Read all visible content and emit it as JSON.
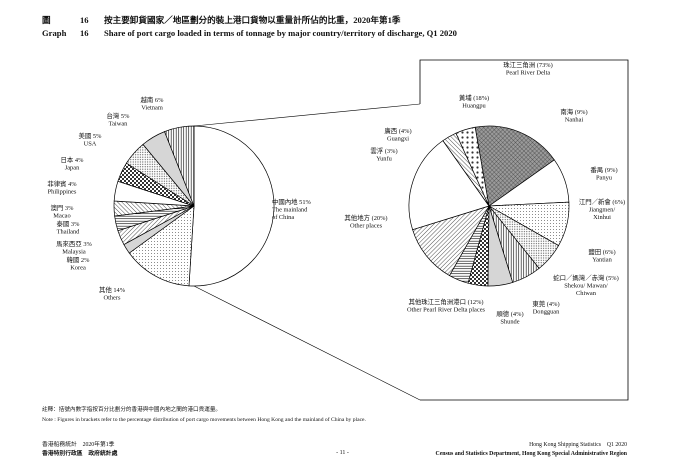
{
  "header": {
    "zh_label": "圖",
    "zh_number": "16",
    "zh_title": "按主要卸貨國家／地區劃分的裝上港口貨物以重量計所佔的比重，2020年第1季",
    "en_label": "Graph",
    "en_number": "16",
    "en_title": "Share of port cargo loaded in terms of tonnage by major country/territory of discharge, Q1 2020"
  },
  "chart_data": [
    {
      "type": "pie",
      "slices": [
        {
          "zh": "中國內地 51%",
          "en": [
            "The mainland",
            "of China"
          ],
          "value": 51,
          "pattern": "white"
        },
        {
          "zh": "其他 14%",
          "en": [
            "Others"
          ],
          "value": 14,
          "pattern": "dots"
        },
        {
          "zh": "韓國 2%",
          "en": [
            "Korea"
          ],
          "value": 2,
          "pattern": "gray"
        },
        {
          "zh": "馬來西亞 3%",
          "en": [
            "Malaysia"
          ],
          "value": 3,
          "pattern": "diag"
        },
        {
          "zh": "泰國 3%",
          "en": [
            "Thailand"
          ],
          "value": 3,
          "pattern": "hlines"
        },
        {
          "zh": "澳門 3%",
          "en": [
            "Macao"
          ],
          "value": 3,
          "pattern": "diagr"
        },
        {
          "zh": "菲律賓 4%",
          "en": [
            "Philippines"
          ],
          "value": 4,
          "pattern": "white"
        },
        {
          "zh": "日本 4%",
          "en": [
            "Japan"
          ],
          "value": 4,
          "pattern": "checker"
        },
        {
          "zh": "美國 5%",
          "en": [
            "USA"
          ],
          "value": 5,
          "pattern": "dots2"
        },
        {
          "zh": "台灣 5%",
          "en": [
            "Taiwan"
          ],
          "value": 5,
          "pattern": "gray"
        },
        {
          "zh": "越南 6%",
          "en": [
            "Vietnam"
          ],
          "value": 6,
          "pattern": "vlines"
        }
      ]
    },
    {
      "type": "pie",
      "title_zh": "珠江三角洲 (73%)",
      "title_en": "Pearl River Delta",
      "slices": [
        {
          "zh": "黃埔 (18%)",
          "en": [
            "Huangpu"
          ],
          "value": 18,
          "pattern": "crosshatch"
        },
        {
          "zh": "南海 (9%)",
          "en": [
            "Nanhai"
          ],
          "value": 9,
          "pattern": "white"
        },
        {
          "zh": "番禺 (9%)",
          "en": [
            "Panyu"
          ],
          "value": 9,
          "pattern": "dots"
        },
        {
          "zh": "江門／新會 (6%)",
          "en": [
            "Jiangmen/",
            "Xinhui"
          ],
          "value": 6,
          "pattern": "dots2"
        },
        {
          "zh": "鹽田 (6%)",
          "en": [
            "Yantian"
          ],
          "value": 6,
          "pattern": "vlines"
        },
        {
          "zh": "蛇口／媽灣／赤灣 (5%)",
          "en": [
            "Shekou/ Mawan/",
            "Chiwan"
          ],
          "value": 5,
          "pattern": "gray"
        },
        {
          "zh": "東莞 (4%)",
          "en": [
            "Dongguan"
          ],
          "value": 4,
          "pattern": "checker"
        },
        {
          "zh": "順德 (4%)",
          "en": [
            "Shunde"
          ],
          "value": 4,
          "pattern": "hlines"
        },
        {
          "zh": "其他珠江三角洲港口 (12%)",
          "en": [
            "Other Pearl River Delta places"
          ],
          "value": 12,
          "pattern": "diag"
        },
        {
          "zh": "其他地方 (20%)",
          "en": [
            "Other places"
          ],
          "value": 20,
          "pattern": "white"
        },
        {
          "zh": "雲浮 (3%)",
          "en": [
            "Yunfu"
          ],
          "value": 3,
          "pattern": "diagr"
        },
        {
          "zh": "廣西 (4%)",
          "en": [
            "Guangxi"
          ],
          "value": 4,
          "pattern": "bigdots"
        }
      ]
    }
  ],
  "note": {
    "zh": "註釋：括號內數字指按百分比劃分的香港與中國內地之間的港口貨運量。",
    "en": "Note : Figures in brackets refer to the percentage distribution of port cargo movements between Hong Kong and the mainland of China by place."
  },
  "footer": {
    "left_zh": "香港船務統計　2020年第1季",
    "left_dept_zh": "香港特別行政區　政府統計處",
    "page": "- 11 -",
    "right_en": "Hong Kong Shipping Statistics　Q1 2020",
    "right_dept_en": "Census and Statistics Department, Hong Kong Special Administrative Region"
  }
}
